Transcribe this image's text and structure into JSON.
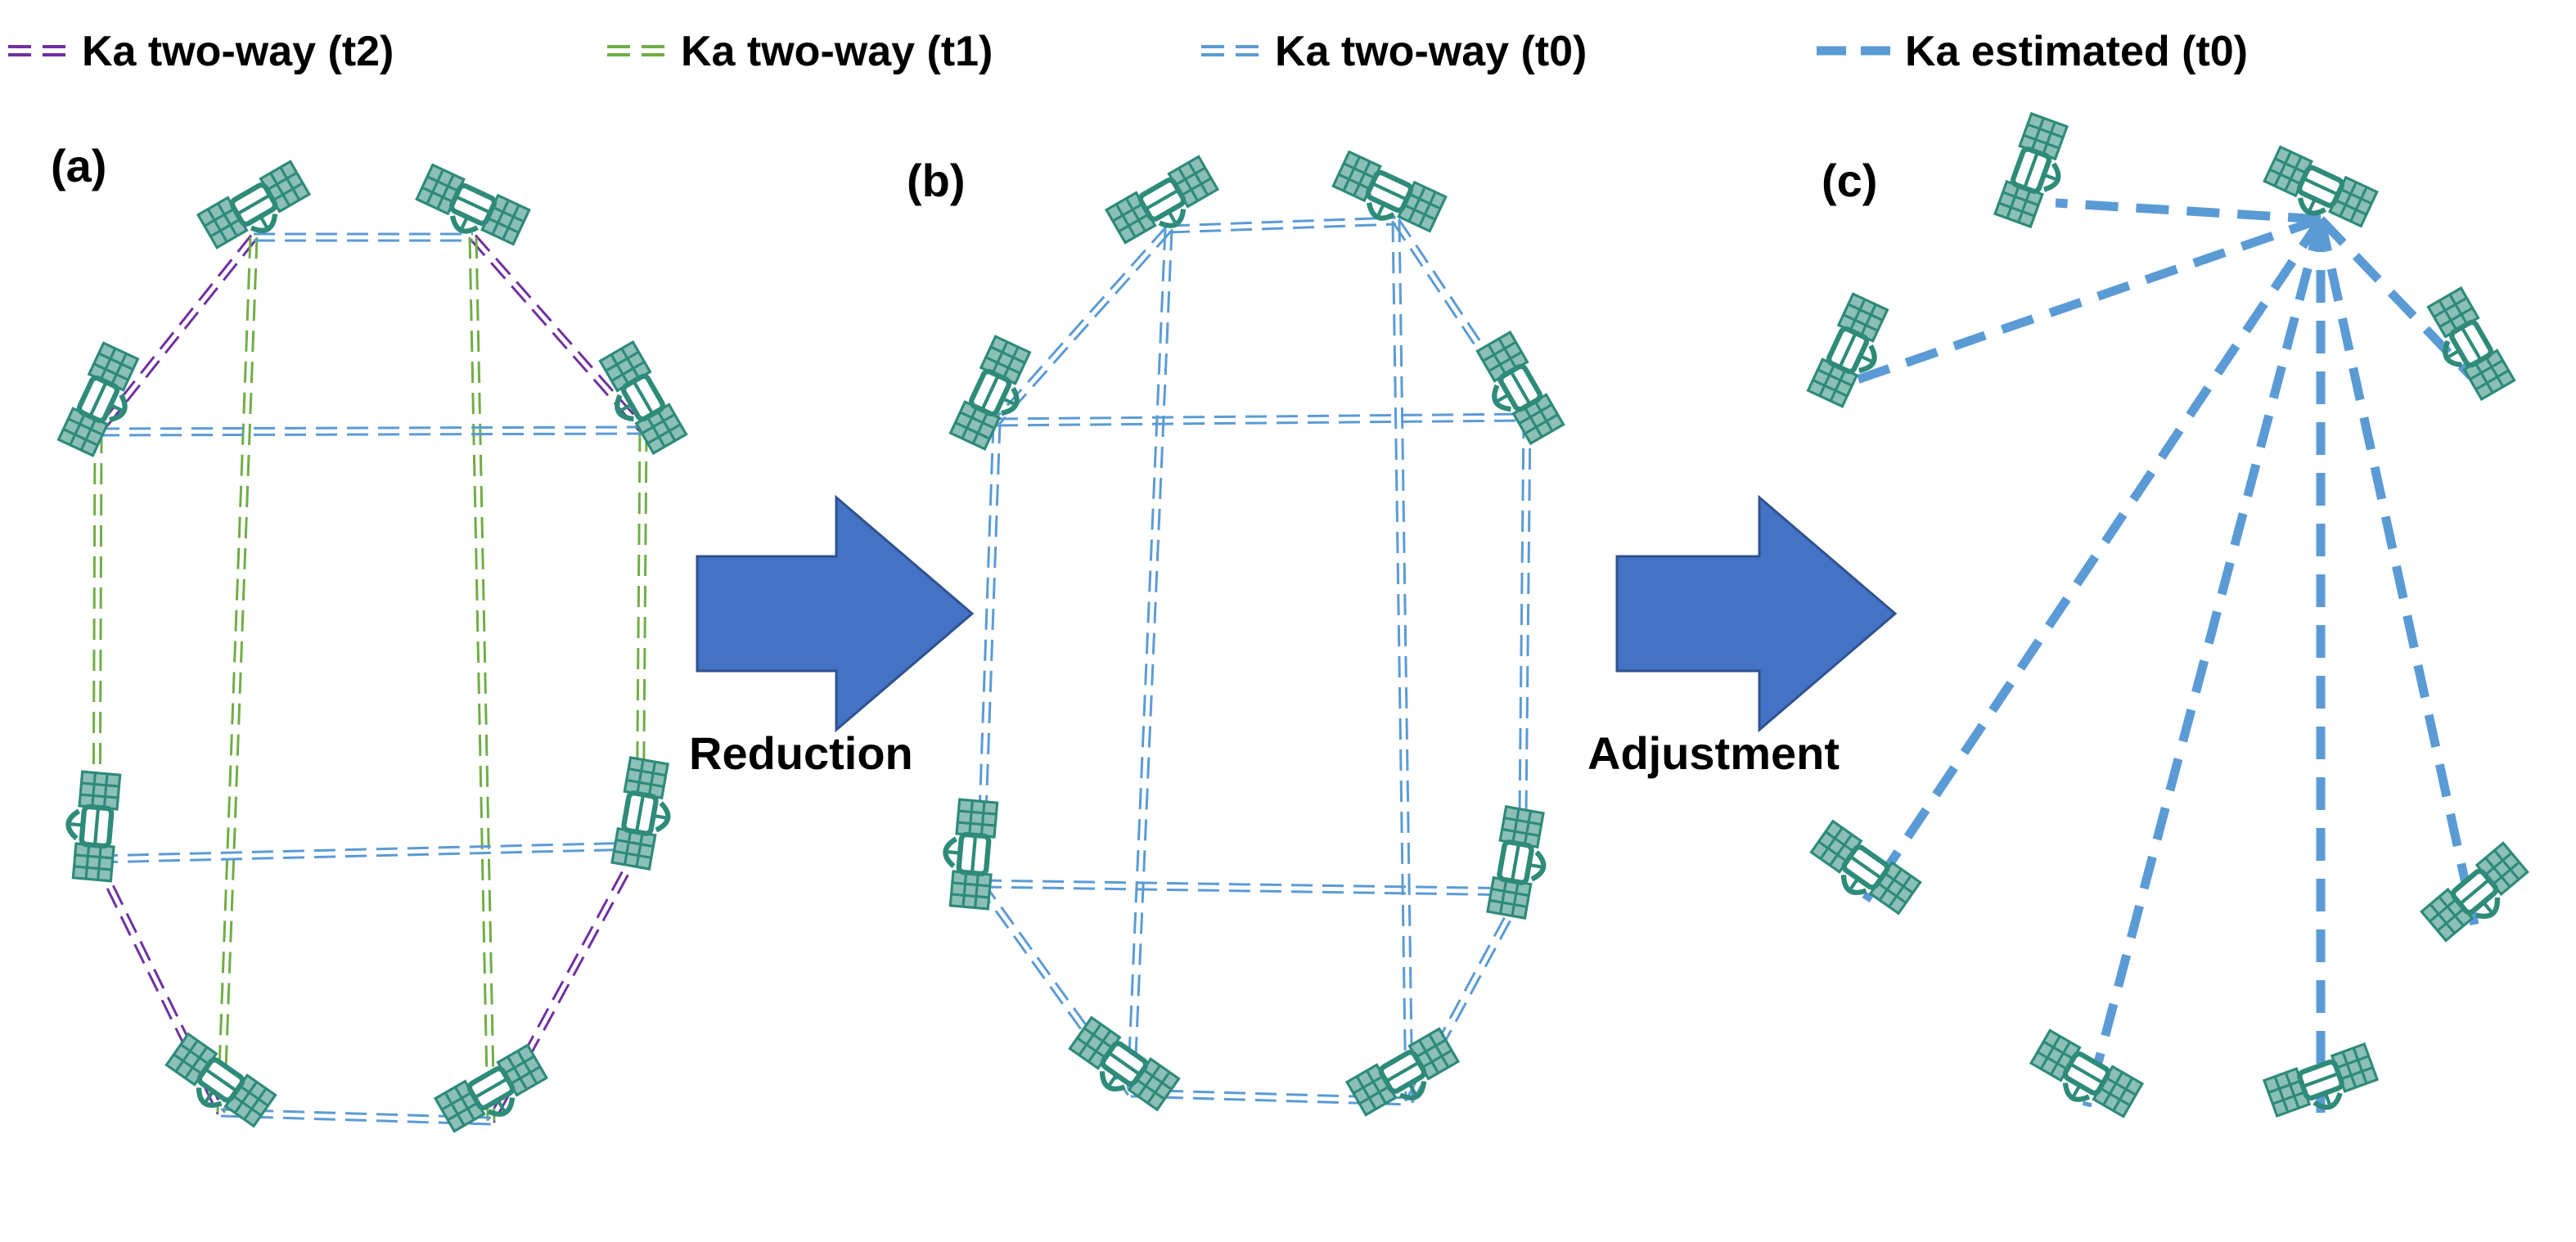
{
  "legend": [
    {
      "label": "Ka two-way (t2)",
      "color": "#7030A0",
      "style": "double"
    },
    {
      "label": "Ka two-way (t1)",
      "color": "#70AD47",
      "style": "double"
    },
    {
      "label": "Ka two-way (t0)",
      "color": "#5B9BD5",
      "style": "double"
    },
    {
      "label": "Ka estimated (t0)",
      "color": "#5B9BD5",
      "style": "thick"
    }
  ],
  "panels": [
    {
      "label": "(a)"
    },
    {
      "label": "(b)"
    },
    {
      "label": "(c)"
    }
  ],
  "steps": [
    {
      "label": "Reduction"
    },
    {
      "label": "Adjustment"
    }
  ],
  "colors": {
    "satellite": "#2E8B7A",
    "arrow": "#4472C4",
    "arrow_edge": "#2F528F",
    "t2": "#7030A0",
    "t1": "#70AD47",
    "t0": "#5B9BD5"
  },
  "icons": {
    "satellite": "satellite-icon",
    "step_arrow": "block-arrow-right-icon"
  }
}
